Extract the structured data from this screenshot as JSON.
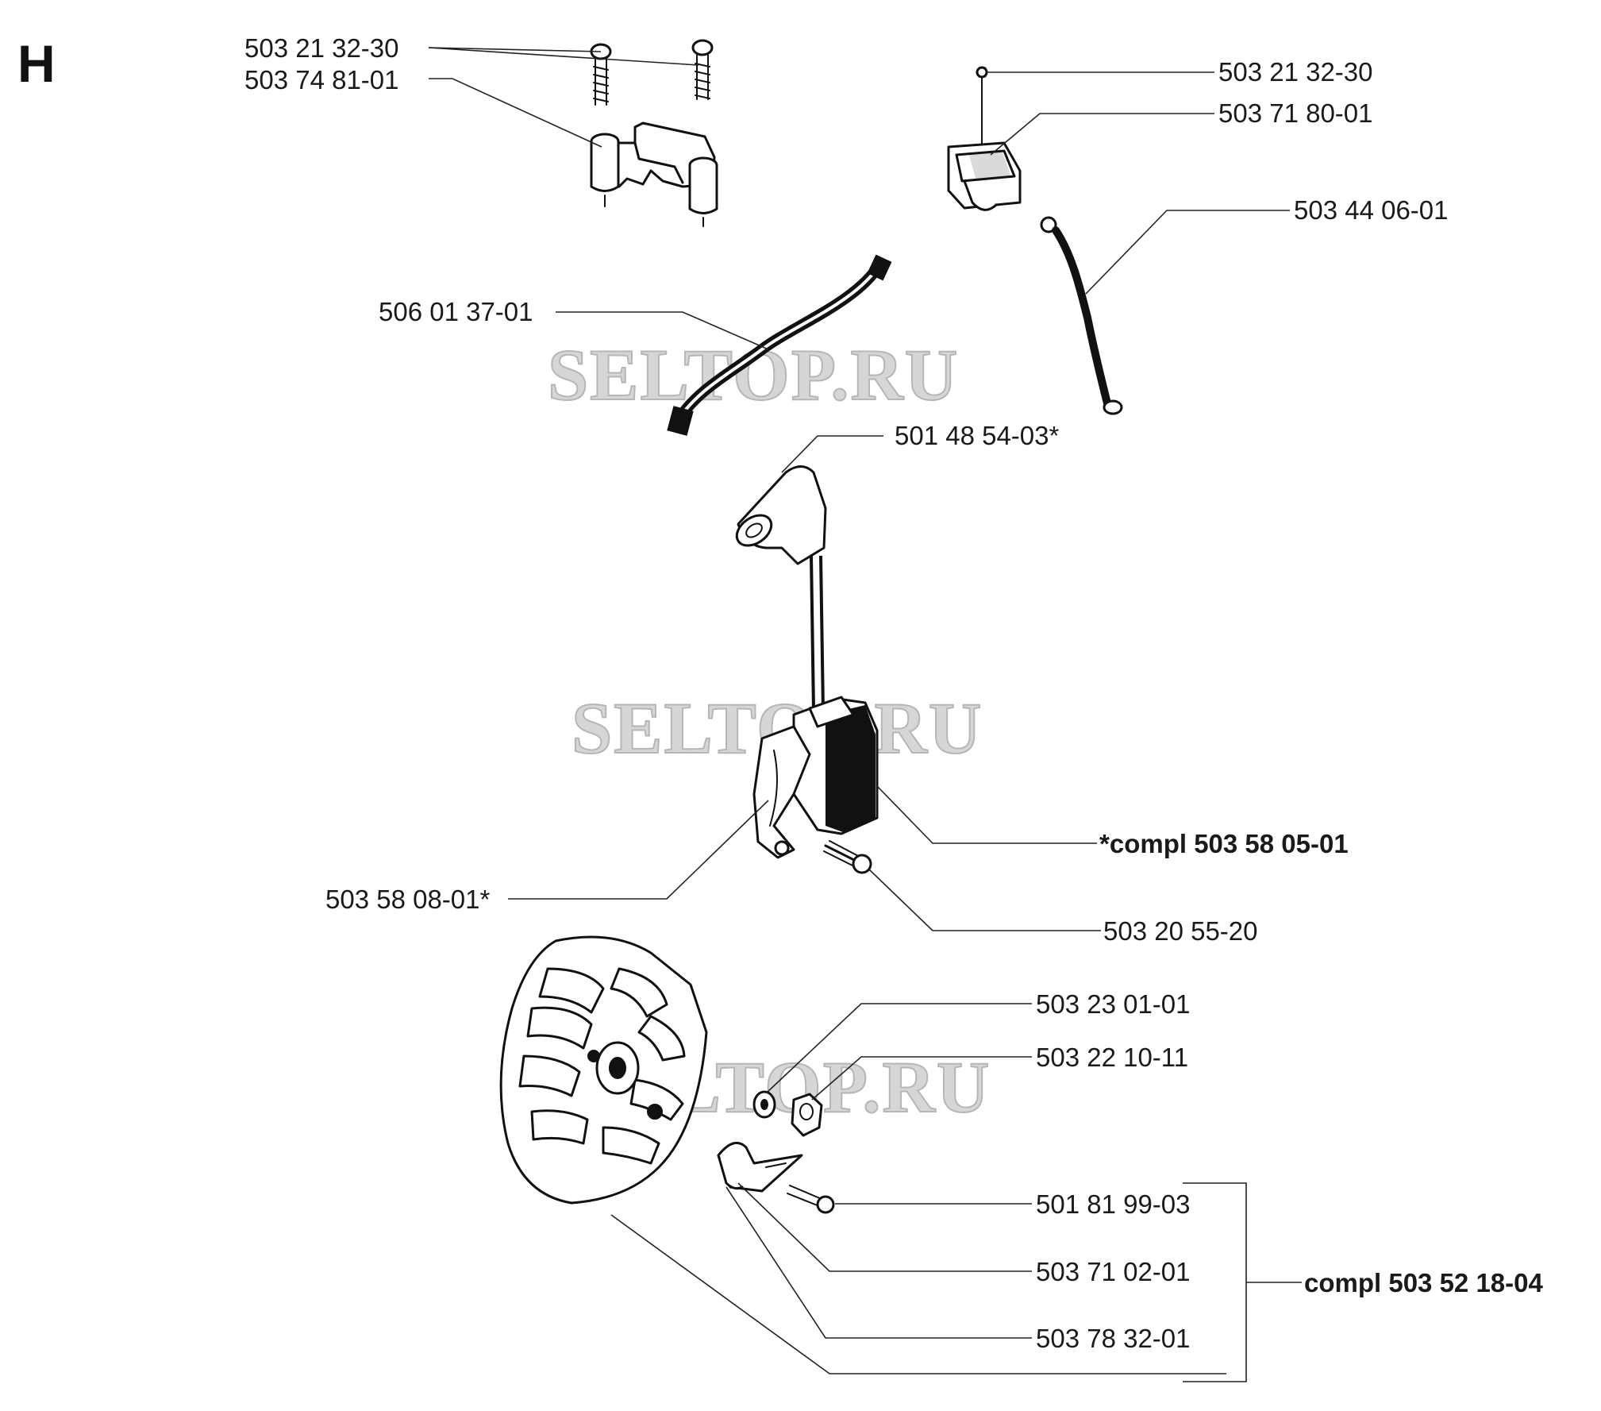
{
  "section_letter": "H",
  "watermark": "SELTOP.RU",
  "part_numbers": {
    "screw_top_left": "503 21 32-30",
    "bracket": "503 74 81-01",
    "screw_top_right": "503 21 32-30",
    "switch": "503 71 80-01",
    "ground_wire": "503 44 06-01",
    "short_circuit_cable": "506 01 37-01",
    "spark_plug_cap": "501 48 54-03*",
    "ignition_module_complete": "*compl 503 58 05-01",
    "ignition_module_body": "503 58 08-01*",
    "module_screw": "503 20 55-20",
    "washer": "503 23 01-01",
    "nut": "503 22 10-11",
    "pawl_screw": "501 81 99-03",
    "pawl": "503 71 02-01",
    "spring": "503 78 32-01",
    "flywheel_complete": "compl 503 52 18-04"
  }
}
